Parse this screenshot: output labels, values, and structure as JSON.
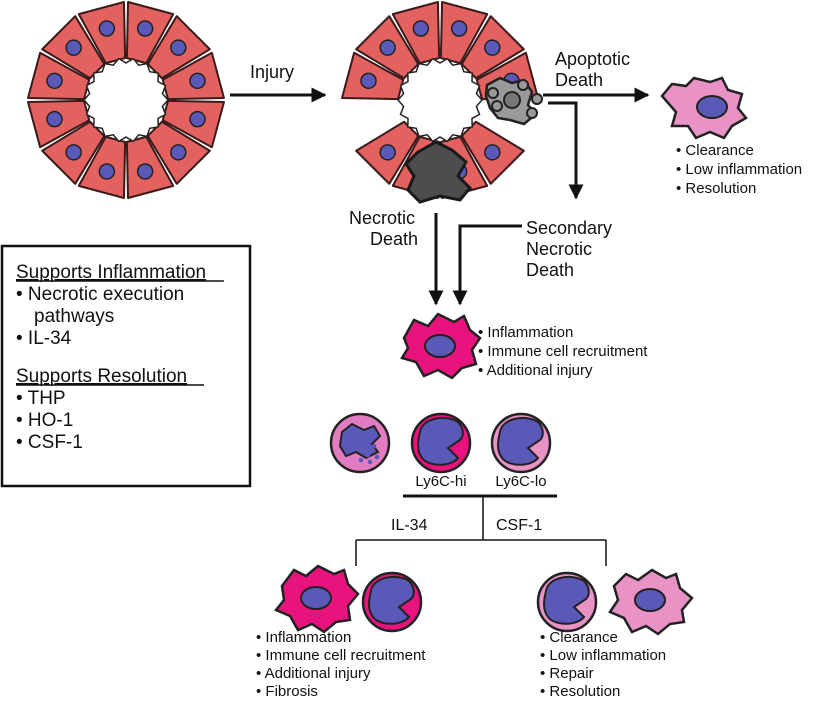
{
  "colors": {
    "cell_fill": "#e3625f",
    "cell_stroke": "#3a1a1a",
    "nucleus": "#5b59b8",
    "apoptotic_cell": "#9a9a9a",
    "necrotic_cell": "#4d4d4d",
    "magenta_cell": "#e8137c",
    "pink_cell": "#e892c6",
    "monocyte_shell": "#e27cc0",
    "text": "#111111"
  },
  "labels": {
    "injury": "Injury",
    "apoptotic_death": [
      "Apoptotic",
      "Death"
    ],
    "necrotic_death": [
      "Necrotic",
      "Death"
    ],
    "secondary_necrotic_death": [
      "Secondary",
      "Necrotic",
      "Death"
    ],
    "il34": "IL-34",
    "csf1": "CSF-1",
    "ly6c_hi": "Ly6C-hi",
    "ly6c_lo": "Ly6C-lo"
  },
  "apoptotic_outcomes": [
    "Clearance",
    "Low inflammation",
    "Resolution"
  ],
  "necrotic_outcomes": [
    "Inflammation",
    "Immune cell recruitment",
    "Additional injury"
  ],
  "il34_outcomes": [
    "Inflammation",
    "Immune cell recruitment",
    "Additional injury",
    "Fibrosis"
  ],
  "csf1_outcomes": [
    "Clearance",
    "Low inflammation",
    "Repair",
    "Resolution"
  ],
  "legend_box": {
    "supports_inflammation": {
      "title": "Supports Inflammation",
      "items": [
        [
          "Necrotic execution",
          "pathways"
        ],
        [
          "IL-34"
        ]
      ]
    },
    "supports_resolution": {
      "title": "Supports Resolution",
      "items": [
        [
          "THP"
        ],
        [
          "HO-1"
        ],
        [
          "CSF-1"
        ]
      ]
    }
  }
}
